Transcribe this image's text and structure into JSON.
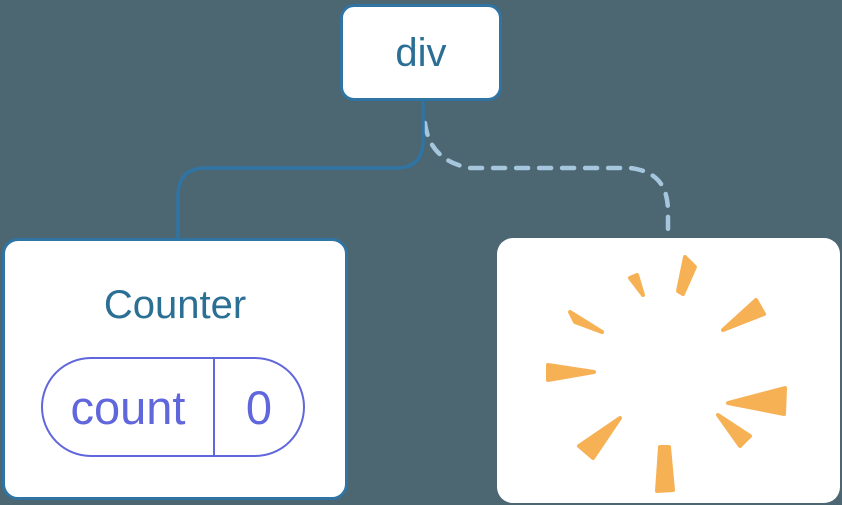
{
  "diagram": {
    "root_node": {
      "label": "div"
    },
    "counter_node": {
      "title": "Counter",
      "state": {
        "key": "count",
        "value": "0"
      }
    },
    "removed_node": {
      "icon": "poof-icon"
    },
    "links": [
      {
        "from": "div",
        "to": "Counter",
        "style": "solid"
      },
      {
        "from": "div",
        "to": "removed",
        "style": "dashed"
      }
    ]
  },
  "theme": {
    "canvas-bg": "#4C6672",
    "node-bg": "#FFFFFF",
    "node-border": "#2F74A2",
    "node-text": "#2B6F94",
    "state-accent": "#6066DB",
    "dashed-line": "#A5C6DC",
    "poof-orange": "#F7B155"
  }
}
